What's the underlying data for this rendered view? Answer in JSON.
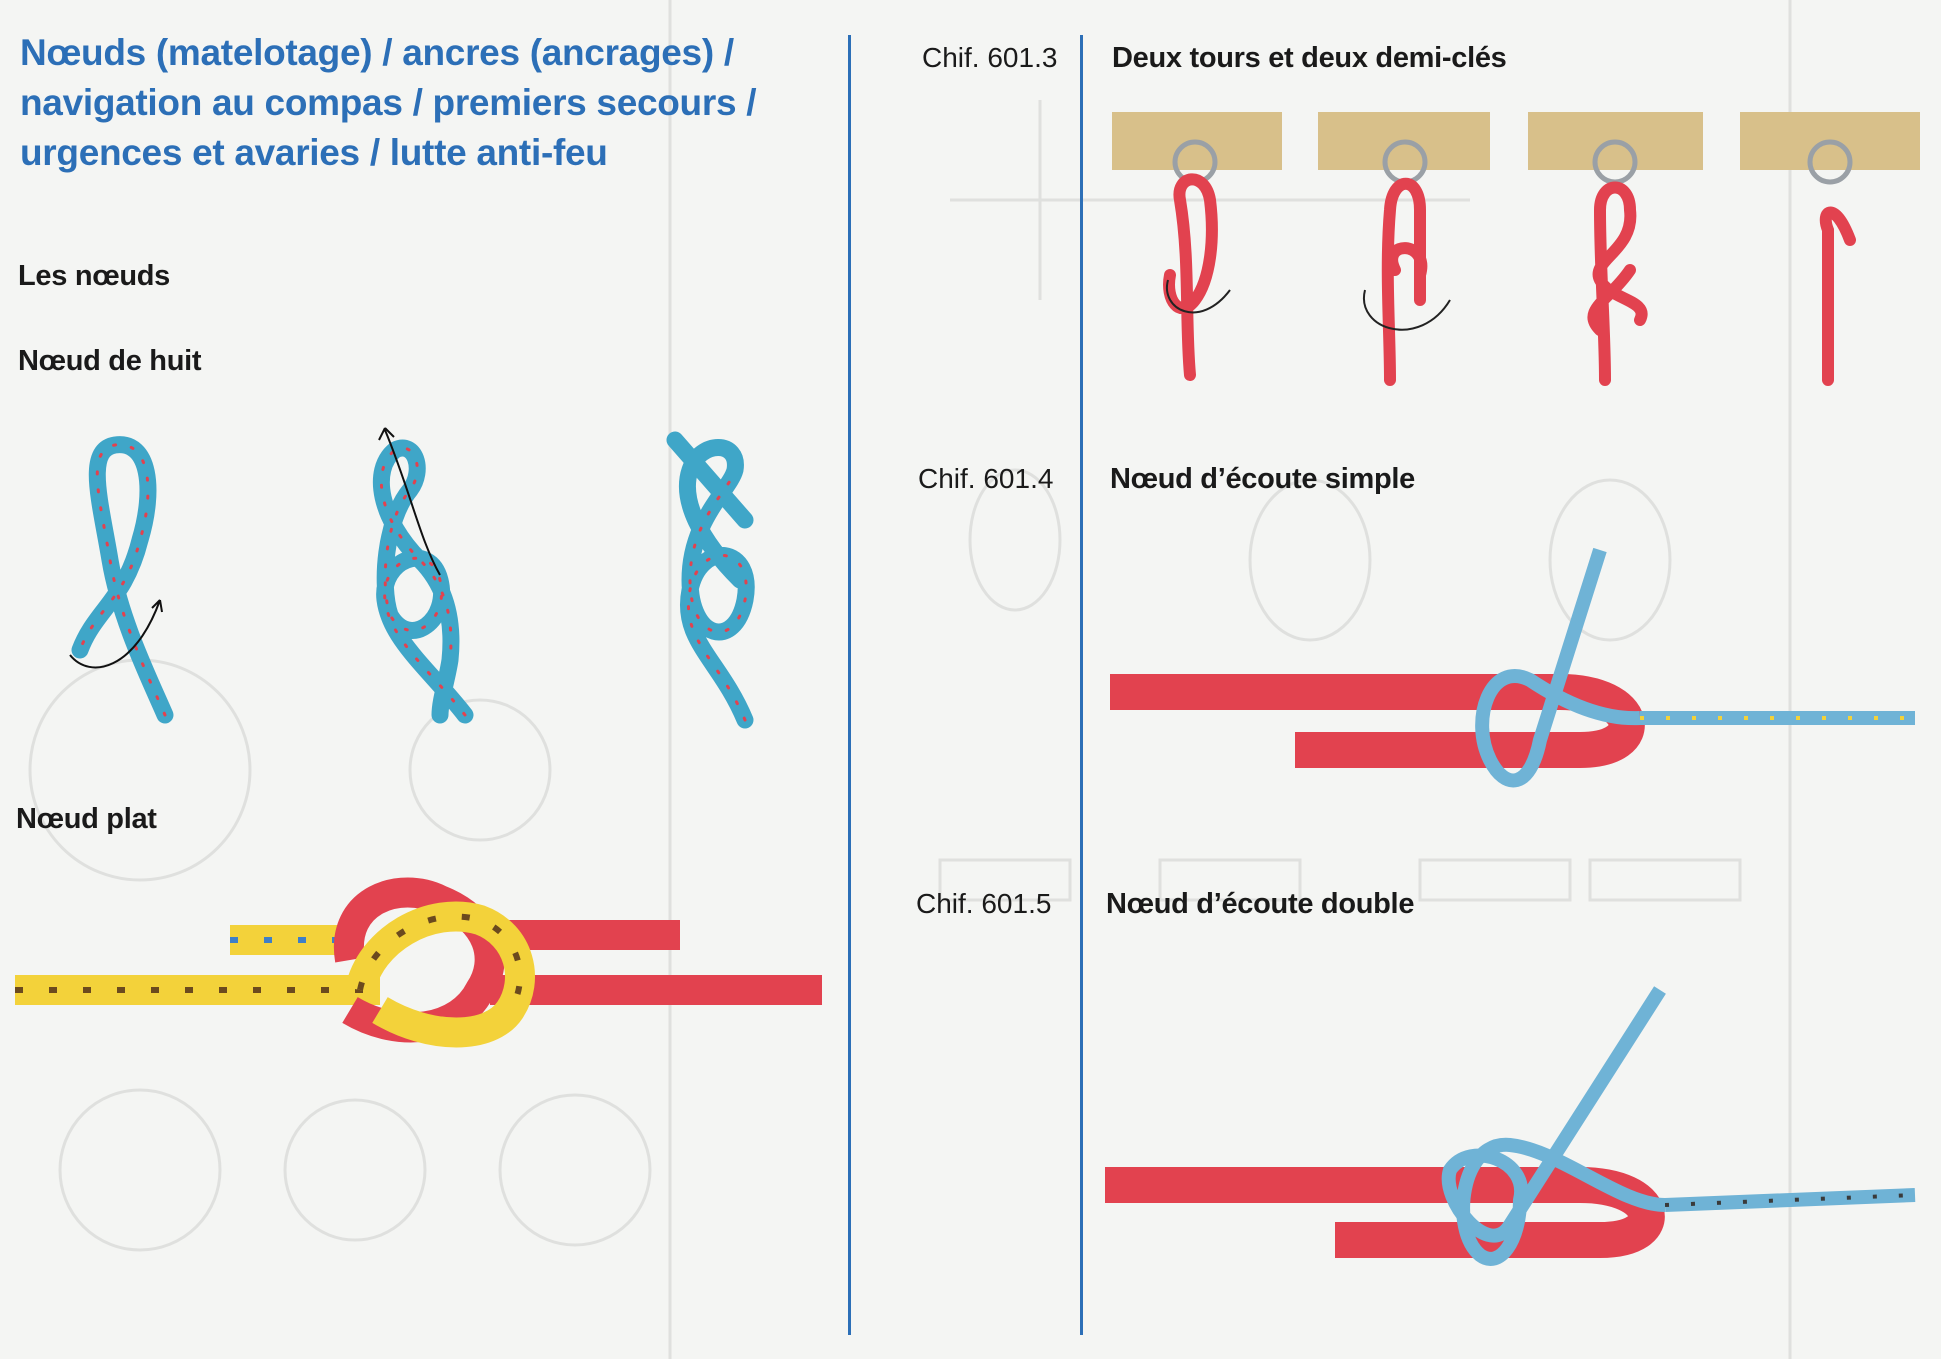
{
  "header": {
    "title_lines": [
      "Nœuds (matelotage) / ancres (ancrages) /",
      "navigation au compas / premiers secours /",
      "urgences et avaries / lutte anti-feu"
    ]
  },
  "left": {
    "section": "Les nœuds",
    "knots": [
      {
        "label": "Nœud de huit"
      },
      {
        "label": "Nœud plat"
      }
    ]
  },
  "right": {
    "entries": [
      {
        "chif": "Chif. 601.3",
        "label": "Deux tours et deux demi-clés"
      },
      {
        "chif": "Chif. 601.4",
        "label": "Nœud d’écoute simple"
      },
      {
        "chif": "Chif. 601.5",
        "label": "Nœud d’écoute double"
      }
    ]
  },
  "colors": {
    "accent_blue": "#2c6fb7",
    "rope_red": "#e2424f",
    "rope_blue": "#3fa6c8",
    "rope_light_blue": "#6fb3d6",
    "rope_yellow": "#f3d23a",
    "wood": "#d8c08a"
  }
}
